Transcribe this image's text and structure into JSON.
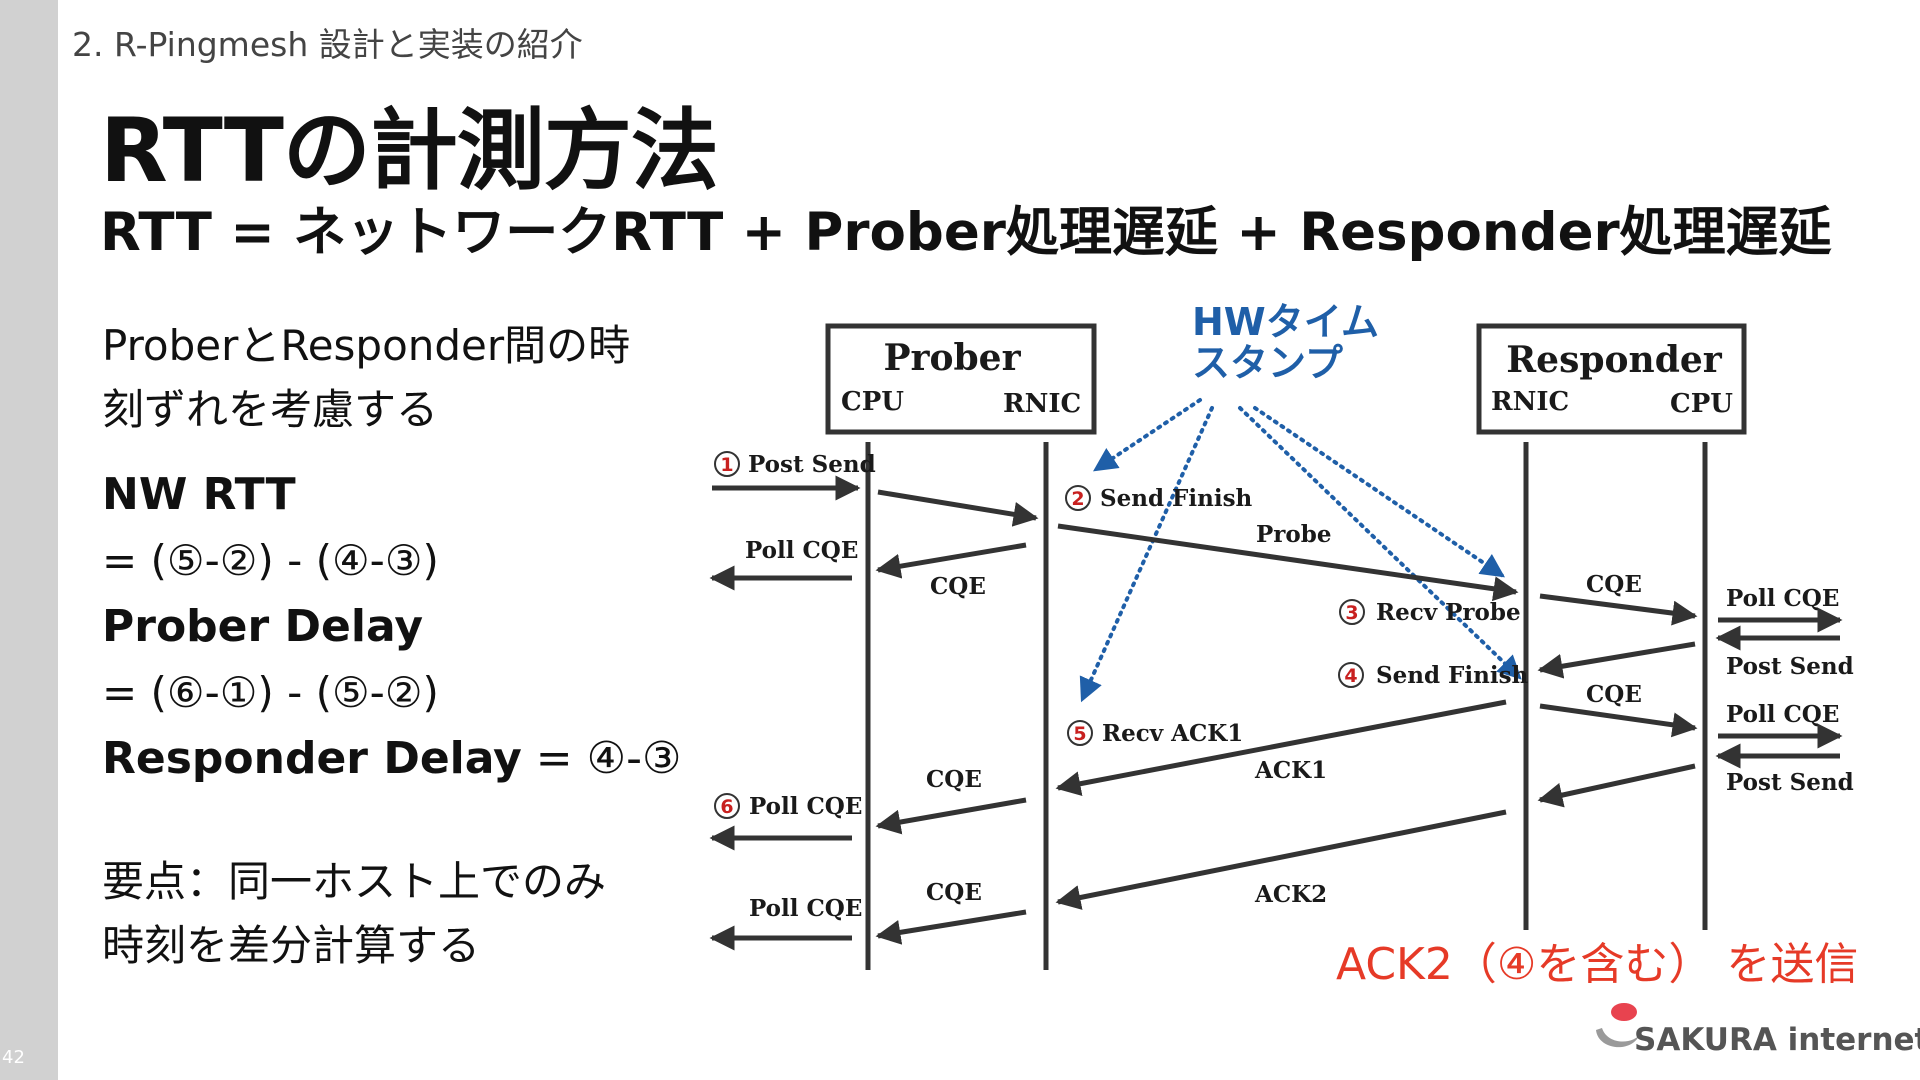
{
  "slide": {
    "page_number": "42",
    "breadcrumb": "2. R-Pingmesh 設計と実装の紹介",
    "title": "RTTの計測方法",
    "subtitle": "RTT = ネットワークRTT + Prober処理遅延  + Responder処理遅延"
  },
  "left": {
    "intro": [
      "ProberとResponder間の時",
      "刻ずれを考慮する"
    ],
    "nw_rtt_label": "NW RTT",
    "nw_rtt_formula": "= (⑤-②) - (④-③)",
    "prober_delay_label": "Prober Delay",
    "prober_delay_formula": "= (⑥-①) - (⑤-②)",
    "responder_delay_label": "Responder Delay",
    "responder_delay_formula": " = ④-③",
    "keypoint": [
      "要点：同一ホスト上でのみ",
      "時刻を差分計算する"
    ]
  },
  "diagram": {
    "prober_box": {
      "title": "Prober",
      "left": "CPU",
      "right": "RNIC"
    },
    "responder_box": {
      "title": "Responder",
      "left": "RNIC",
      "right": "CPU"
    },
    "hw_timestamp": [
      "HWタイム",
      "スタンプ"
    ],
    "steps": {
      "s1": {
        "num": "1",
        "label": "Post Send"
      },
      "s2": {
        "num": "2",
        "label": "Send Finish"
      },
      "s3": {
        "num": "3",
        "label": "Recv Probe"
      },
      "s4": {
        "num": "4",
        "label": "Send Finish"
      },
      "s5": {
        "num": "5",
        "label": "Recv ACK1"
      },
      "s6": {
        "num": "6",
        "label": "Poll CQE"
      }
    },
    "labels": {
      "probe": "Probe",
      "ack1": "ACK1",
      "ack2": "ACK2",
      "poll_cqe_1": "Poll CQE",
      "cqe_1": "CQE",
      "cqe_r1": "CQE",
      "poll_cqe_r1": "Poll CQE",
      "post_send_r1": "Post Send",
      "cqe_r2": "CQE",
      "poll_cqe_r2": "Poll CQE",
      "post_send_r2": "Post Send",
      "cqe_p2": "CQE",
      "cqe_p3": "CQE",
      "poll_cqe_p3": "Poll CQE"
    },
    "note": "ACK2（④を含む） を送信"
  },
  "logo": {
    "text": "SAKURA internet"
  },
  "colors": {
    "sidebar": "#d1d1d1",
    "hw_blue": "#1f5fa8",
    "note_red": "#e63a27",
    "step_red": "#c8201f"
  }
}
